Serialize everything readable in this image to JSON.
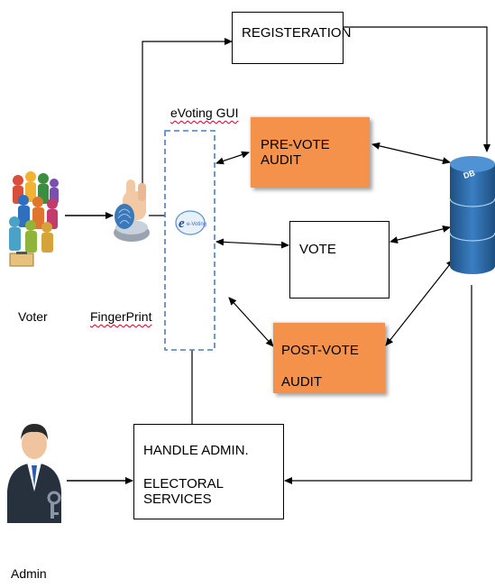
{
  "nodes": {
    "registration": "REGISTERATION",
    "pre_vote_audit": "PRE-VOTE AUDIT",
    "vote": "VOTE",
    "post_vote_audit_line1": "POST-VOTE",
    "post_vote_audit_line2": "AUDIT",
    "handle_admin_line1": "HANDLE ADMIN.",
    "handle_admin_line2": "ELECTORAL SERVICES",
    "gui_title": "eVoting GUI",
    "db": "DB",
    "evoting_logo": "e-Voting"
  },
  "actors": {
    "voter": "Voter",
    "fingerprint": "FingerPrint",
    "admin": "Admin"
  },
  "colors": {
    "audit_fill": "#f4914a",
    "db_fill": "#2f6aa5",
    "gui_border": "#4a7fc1"
  }
}
